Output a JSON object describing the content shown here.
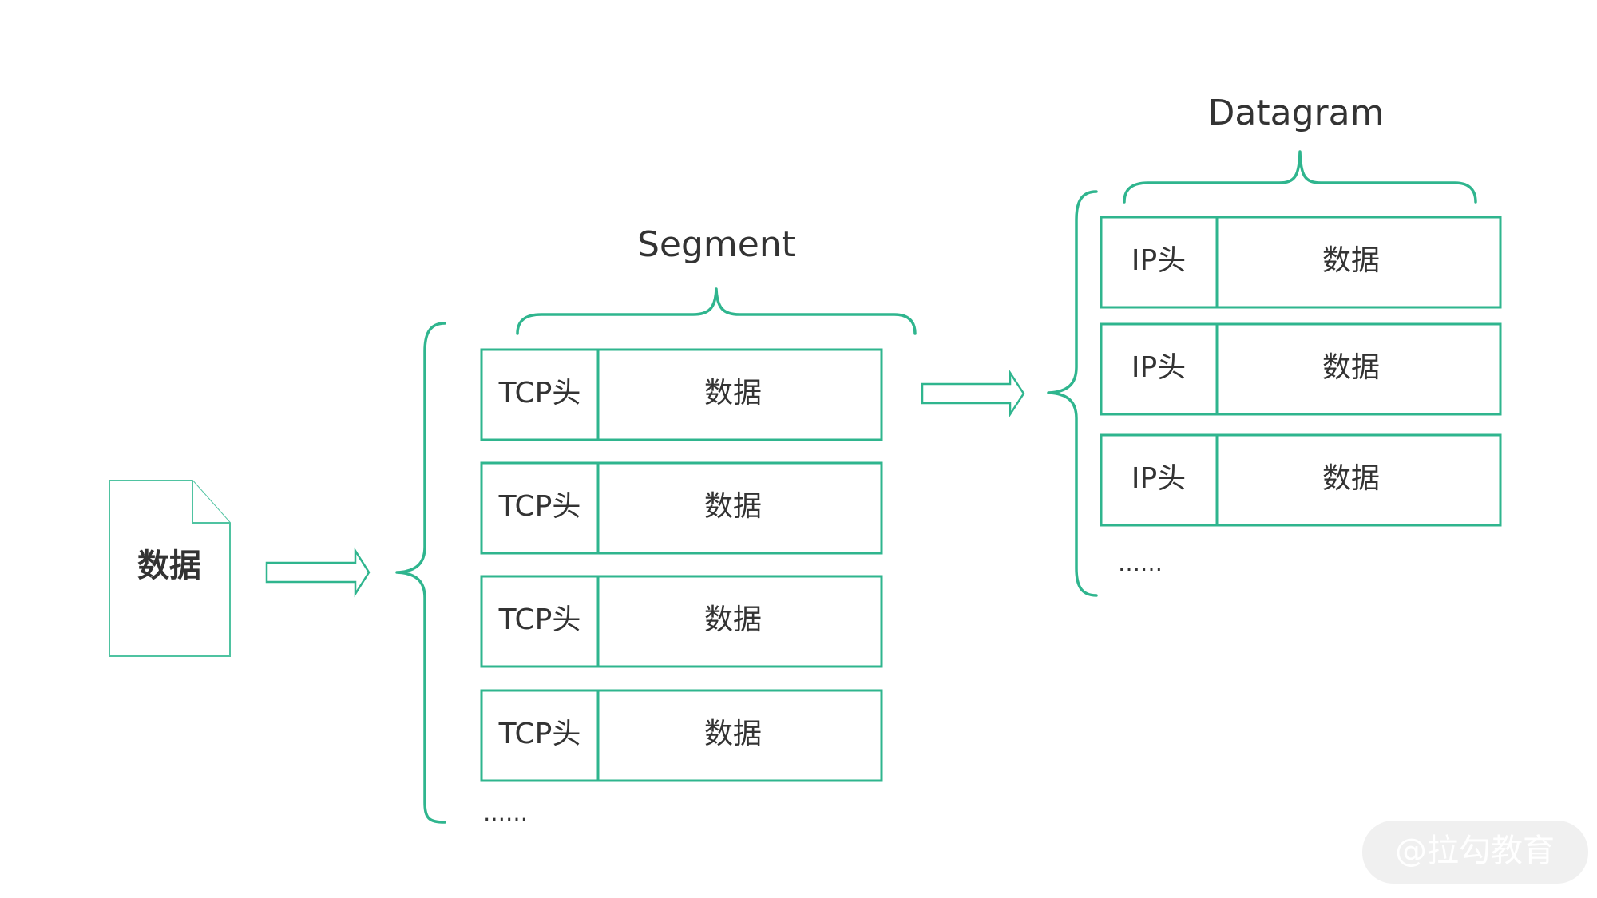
{
  "source": {
    "label": "数据"
  },
  "segment": {
    "title": "Segment",
    "rows": [
      {
        "header": "TCP头",
        "payload": "数据"
      },
      {
        "header": "TCP头",
        "payload": "数据"
      },
      {
        "header": "TCP头",
        "payload": "数据"
      },
      {
        "header": "TCP头",
        "payload": "数据"
      }
    ],
    "ellipsis": "……"
  },
  "datagram": {
    "title": "Datagram",
    "rows": [
      {
        "header": "IP头",
        "payload": "数据"
      },
      {
        "header": "IP头",
        "payload": "数据"
      },
      {
        "header": "IP头",
        "payload": "数据"
      }
    ],
    "ellipsis": "……"
  },
  "watermark": "@拉勾教育",
  "colors": {
    "accent": "#2fb58e",
    "text": "#333333"
  }
}
